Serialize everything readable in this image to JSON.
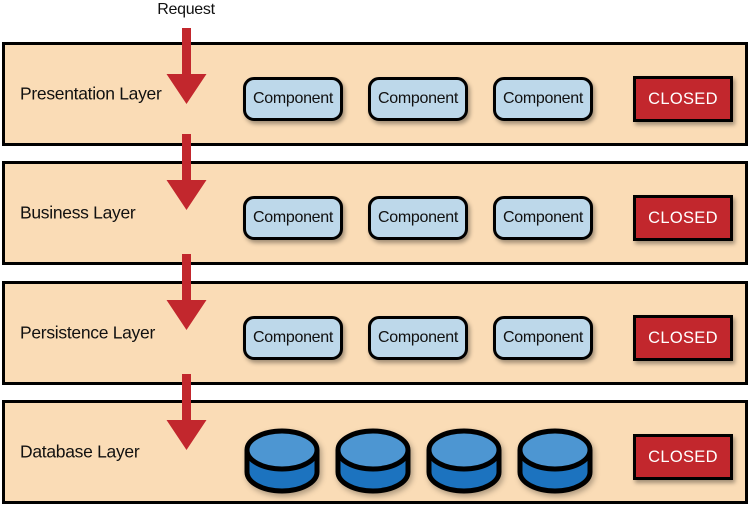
{
  "request_label": "Request",
  "layers": [
    {
      "name": "Presentation Layer",
      "components": [
        "Component",
        "Component",
        "Component"
      ],
      "closed_label": "CLOSED"
    },
    {
      "name": "Business Layer",
      "components": [
        "Component",
        "Component",
        "Component"
      ],
      "closed_label": "CLOSED"
    },
    {
      "name": "Persistence Layer",
      "components": [
        "Component",
        "Component",
        "Component"
      ],
      "closed_label": "CLOSED"
    },
    {
      "name": "Database Layer",
      "database_count": 4,
      "closed_label": "CLOSED"
    }
  ],
  "colors": {
    "layer_fill": "#FADCB6",
    "layer_border": "#000000",
    "component_fill": "#BDD8EA",
    "closed_fill": "#C2272D",
    "closed_text": "#FFFFFF",
    "arrow": "#C2272D",
    "database_top": "#4D96D2",
    "database_body": "#1C73BF",
    "database_outline": "#000000"
  }
}
